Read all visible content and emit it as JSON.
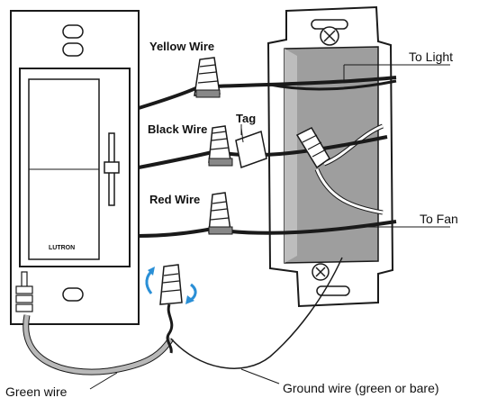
{
  "labels": {
    "yellow_wire": "Yellow Wire",
    "black_wire": "Black Wire",
    "tag": "Tag",
    "red_wire": "Red Wire",
    "to_light": "To Light",
    "to_fan": "To Fan",
    "green_wire": "Green wire",
    "ground_wire": "Ground wire (green or bare)",
    "brand": "LUTRON"
  },
  "icons": {
    "rotate": "rotate-arrows-icon",
    "connector": "wire-nut-icon"
  },
  "colors": {
    "outline": "#1a1a1a",
    "box_gray": "#9e9e9e",
    "green_wire": "#b8b8b8",
    "rotate_arrow": "#2a8fd6"
  }
}
